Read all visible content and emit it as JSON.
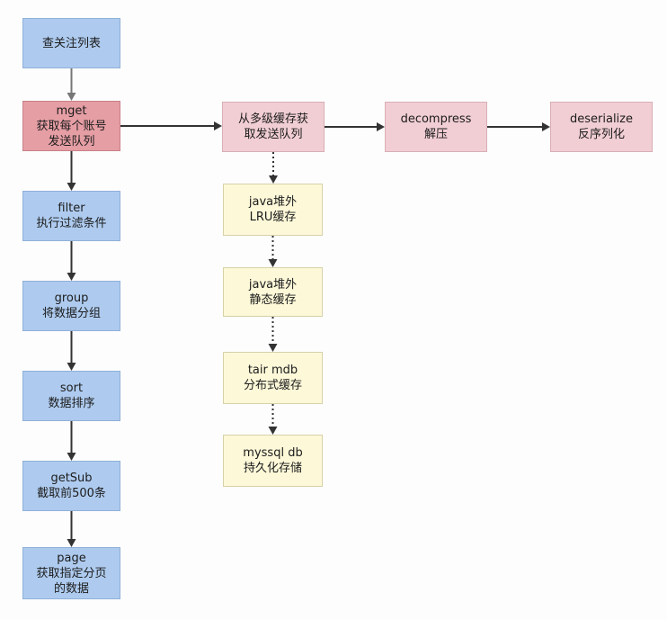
{
  "nodes": {
    "follow": {
      "lines": [
        "查关注列表"
      ]
    },
    "mget": {
      "lines": [
        "mget",
        "获取每个账号",
        "发送队列"
      ]
    },
    "filter": {
      "lines": [
        "filter",
        "执行过滤条件"
      ]
    },
    "group": {
      "lines": [
        "group",
        "将数据分组"
      ]
    },
    "sort": {
      "lines": [
        "sort",
        "数据排序"
      ]
    },
    "getsub": {
      "lines": [
        "getSub",
        "截取前500条"
      ]
    },
    "page": {
      "lines": [
        "page",
        "获取指定分页",
        "的数据"
      ]
    },
    "multi": {
      "lines": [
        "从多级缓存获",
        "取发送队列"
      ]
    },
    "decomp": {
      "lines": [
        "decompress",
        "解压"
      ]
    },
    "deser": {
      "lines": [
        "deserialize",
        "反序列化"
      ]
    },
    "lru": {
      "lines": [
        "java堆外",
        "LRU缓存"
      ]
    },
    "static": {
      "lines": [
        "java堆外",
        "静态缓存"
      ]
    },
    "tair": {
      "lines": [
        "tair mdb",
        "分布式缓存"
      ]
    },
    "mysql": {
      "lines": [
        "myssql db",
        "持久化存储"
      ]
    }
  },
  "edges": [
    {
      "from": "follow",
      "to": "mget",
      "style": "solid"
    },
    {
      "from": "mget",
      "to": "filter",
      "style": "solid"
    },
    {
      "from": "filter",
      "to": "group",
      "style": "solid"
    },
    {
      "from": "group",
      "to": "sort",
      "style": "solid"
    },
    {
      "from": "sort",
      "to": "getsub",
      "style": "solid"
    },
    {
      "from": "getsub",
      "to": "page",
      "style": "solid"
    },
    {
      "from": "mget",
      "to": "multi",
      "style": "solid"
    },
    {
      "from": "multi",
      "to": "decomp",
      "style": "solid"
    },
    {
      "from": "decomp",
      "to": "deser",
      "style": "solid"
    },
    {
      "from": "multi",
      "to": "lru",
      "style": "dotted"
    },
    {
      "from": "lru",
      "to": "static",
      "style": "dotted"
    },
    {
      "from": "static",
      "to": "tair",
      "style": "dotted"
    },
    {
      "from": "tair",
      "to": "mysql",
      "style": "dotted"
    }
  ],
  "colors": {
    "blue": "#aecbef",
    "red": "#e59ea4",
    "pink": "#f1ced4",
    "yellow": "#fcf8d8",
    "arrow": "#333333",
    "first_arrow": "#777777"
  }
}
